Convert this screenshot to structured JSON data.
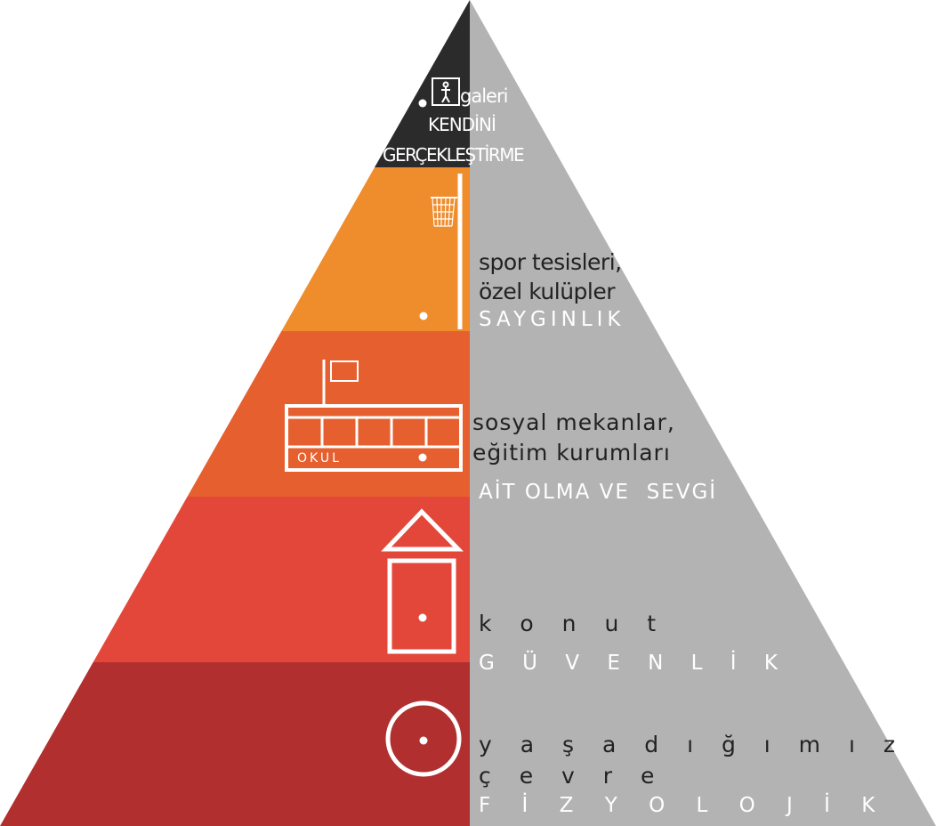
{
  "levels": {
    "self_actualization": {
      "place": "galeri",
      "need_line1": "KENDİNİ",
      "need_line2": "GERÇEKLEŞTİRME",
      "icon": "gallery-person-icon",
      "color": "#2b2b2b"
    },
    "esteem": {
      "place_line1": "spor tesisleri,",
      "place_line2": "özel kulüpler",
      "need": "SAYGINLIK",
      "icon": "basketball-hoop-icon",
      "color": "#ef8c2c"
    },
    "belonging": {
      "place_line1": "sosyal mekanlar,",
      "place_line2": "eğitim kurumları",
      "need": "AİT OLMA VE  SEVGİ",
      "school_sign": "OKUL",
      "icon": "school-building-icon",
      "color": "#e6602f"
    },
    "safety": {
      "place": "k o n u t",
      "need": "G Ü V E N L İ K",
      "icon": "house-icon",
      "color": "#e3473a"
    },
    "physiological": {
      "place_line1": "y a ş a d ı ğ ı m ı z",
      "place_line2": "ç e v r e",
      "need": "F İ Z Y O L O J İ K",
      "icon": "circle-environment-icon",
      "color": "#b12f2f"
    }
  },
  "right_half_color": "#b3b3b3"
}
